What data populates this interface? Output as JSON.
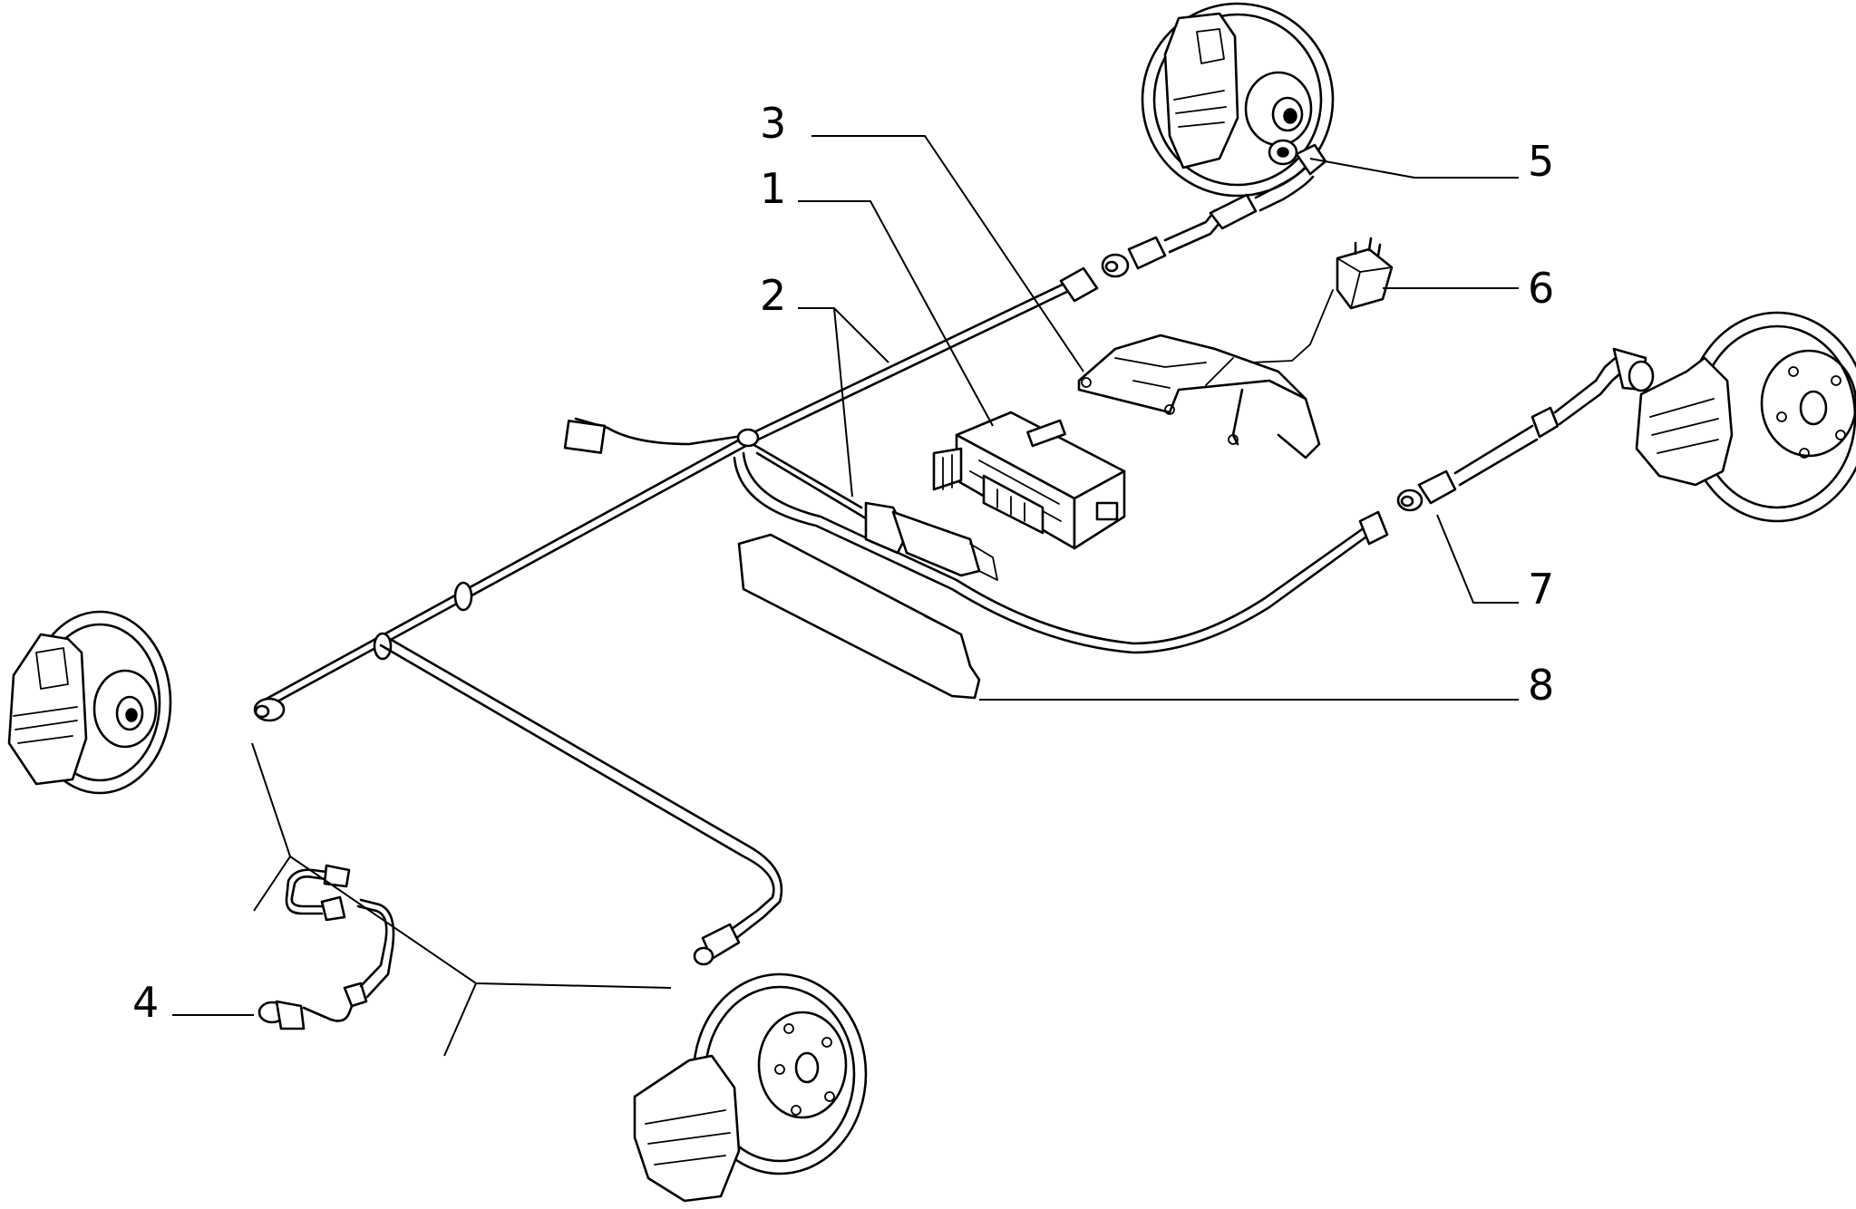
{
  "callouts": [
    {
      "id": "1",
      "label": "1"
    },
    {
      "id": "2",
      "label": "2"
    },
    {
      "id": "3",
      "label": "3"
    },
    {
      "id": "4",
      "label": "4"
    },
    {
      "id": "5",
      "label": "5"
    },
    {
      "id": "6",
      "label": "6"
    },
    {
      "id": "7",
      "label": "7"
    },
    {
      "id": "8",
      "label": "8"
    }
  ],
  "colors": {
    "ink": "#000000",
    "background": "#ffffff"
  }
}
